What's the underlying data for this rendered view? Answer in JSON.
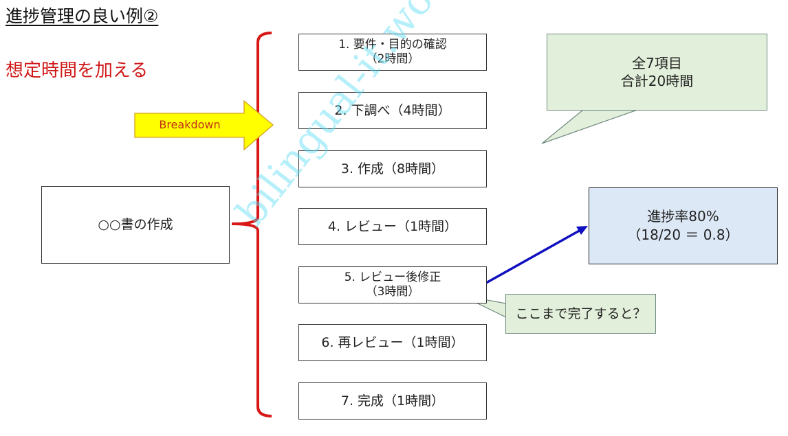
{
  "title": "進捗管理の良い例②",
  "subtitle": "想定時間を加える",
  "main_task": "○○書の作成",
  "arrow_label": "Breakdown",
  "tasks": [
    {
      "line1": "1. 要件・目的の確認",
      "line2": "（2時間）"
    },
    {
      "line1": "2. 下調べ（4時間）"
    },
    {
      "line1": "3. 作成（8時間）"
    },
    {
      "line1": "4. レビュー（1時間）"
    },
    {
      "line1": "5. レビュー後修正",
      "line2": "（3時間）"
    },
    {
      "line1": "6. 再レビュー（1時間）"
    },
    {
      "line1": "7. 完成（1時間）"
    }
  ],
  "total_callout": {
    "line1": "全7項目",
    "line2": "合計20時間"
  },
  "progress": {
    "line1": "進捗率80%",
    "line2": "（18/20 ＝ 0.8）",
    "value_percent": 80
  },
  "question_callout": "ここまで完了すると？",
  "watermark": "bilingual-it.work",
  "colors": {
    "brace": "#d81818",
    "arrow_fill": "#ffff00",
    "arrow_stroke": "#d4a020",
    "callout_fill": "#e2efda",
    "progress_fill": "#dce8f5",
    "pointer_line": "#1010c0"
  }
}
